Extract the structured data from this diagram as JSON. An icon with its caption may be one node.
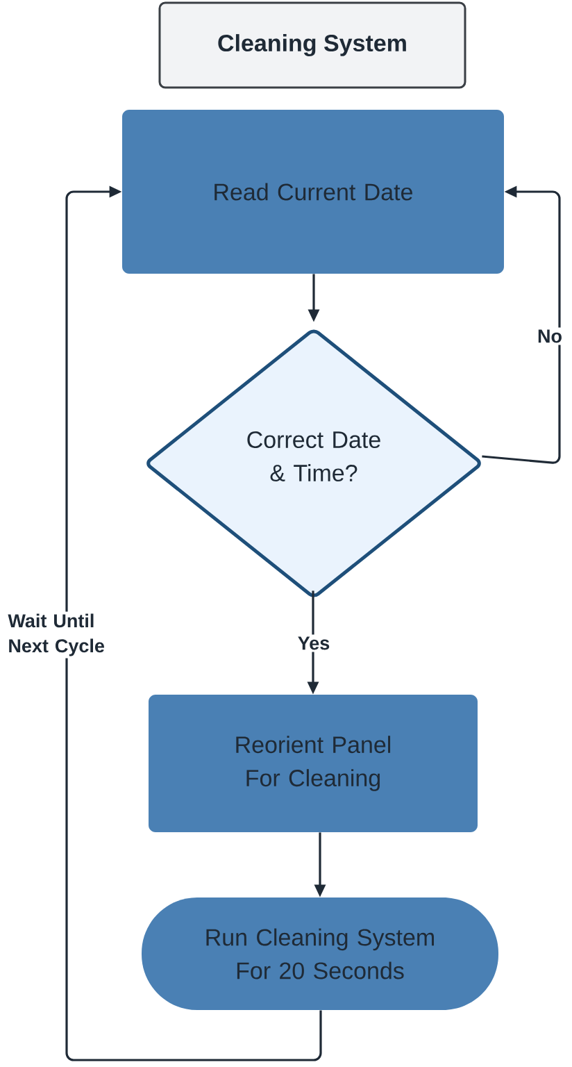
{
  "diagram": {
    "title": "Cleaning System",
    "nodes": [
      {
        "text": [
          "Read Current Date"
        ]
      },
      {
        "text": [
          "Correct Date & Time?"
        ]
      },
      {
        "text": [
          "Reorient Panel For Cleaning"
        ]
      },
      {
        "text": [
          "Run Cleaning System For 20 Seconds"
        ]
      }
    ],
    "edges": [
      {
        "from": 0,
        "to": 1,
        "arrow": "to"
      },
      {
        "from": 1,
        "to": 0,
        "arrow": "to",
        "label": "No"
      },
      {
        "from": 1,
        "to": 2,
        "arrow": "to",
        "label": "Yes"
      },
      {
        "from": 2,
        "to": 3,
        "arrow": "to"
      },
      {
        "from": 3,
        "to": 0,
        "arrow": "to",
        "label": "Wait Until Next Cycle"
      }
    ]
  }
}
